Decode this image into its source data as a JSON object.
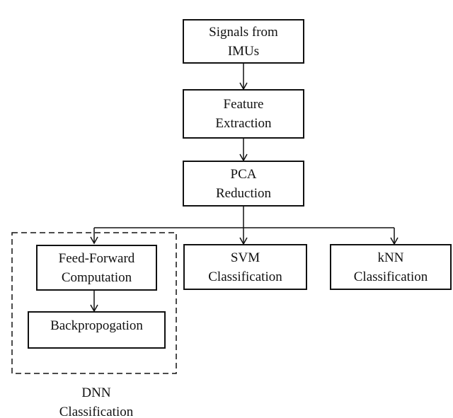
{
  "nodes": {
    "signals": [
      "Signals from",
      "IMUs"
    ],
    "feature": [
      "Feature",
      "Extraction"
    ],
    "pca": [
      "PCA",
      "Reduction"
    ],
    "feedforward": [
      "Feed-Forward",
      "Computation"
    ],
    "backprop": [
      "Backpropogation"
    ],
    "svm": [
      "SVM",
      "Classification"
    ],
    "knn": [
      "kNN",
      "Classification"
    ]
  },
  "group_label": [
    "DNN",
    "Classification"
  ]
}
